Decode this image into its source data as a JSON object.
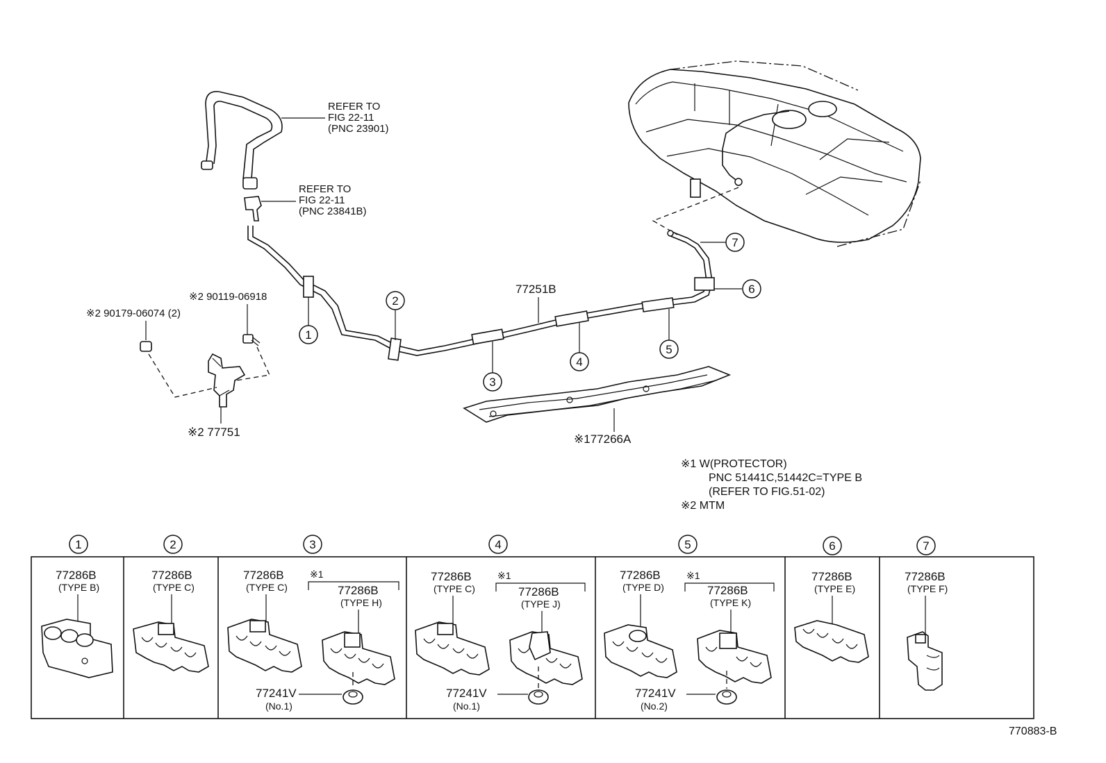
{
  "callouts": {
    "c1": "1",
    "c2": "2",
    "c3": "3",
    "c4": "4",
    "c5": "5",
    "c6": "6",
    "c7": "7"
  },
  "refs": {
    "hose_ref": [
      "REFER TO",
      "FIG 22-11",
      "(PNC 23901)"
    ],
    "clip_ref": [
      "REFER TO",
      "FIG 22-11",
      "(PNC 23841B)"
    ]
  },
  "parts": {
    "tube": "77251B",
    "bolt": "※2 90119-06918",
    "nut": "※2 90179-06074 (2)",
    "bracket": "※2 77751",
    "protector": "※177266A"
  },
  "notes": {
    "line1": "※1  W(PROTECTOR)",
    "line2": "PNC 51441C,51442C=TYPE B",
    "line3": "(REFER TO FIG.51-02)",
    "line4": "※2  MTM"
  },
  "table": {
    "cells": [
      {
        "no": "1",
        "pn": "77286B",
        "type": "(TYPE B)"
      },
      {
        "no": "2",
        "pn": "77286B",
        "type": "(TYPE C)"
      },
      {
        "no": "3",
        "pn": "77286B",
        "type": "(TYPE C)",
        "mark": "※1",
        "pn2": "77286B",
        "type2": "(TYPE H)",
        "grom": "77241V",
        "grom_no": "(No.1)"
      },
      {
        "no": "4",
        "pn": "77286B",
        "type": "(TYPE C)",
        "mark": "※1",
        "pn2": "77286B",
        "type2": "(TYPE J)",
        "grom": "77241V",
        "grom_no": "(No.1)"
      },
      {
        "no": "5",
        "pn": "77286B",
        "type": "(TYPE D)",
        "mark": "※1",
        "pn2": "77286B",
        "type2": "(TYPE K)",
        "grom": "77241V",
        "grom_no": "(No.2)"
      },
      {
        "no": "6",
        "pn": "77286B",
        "type": "(TYPE E)"
      },
      {
        "no": "7",
        "pn": "77286B",
        "type": "(TYPE F)"
      }
    ]
  },
  "figure_id": "770883-B"
}
